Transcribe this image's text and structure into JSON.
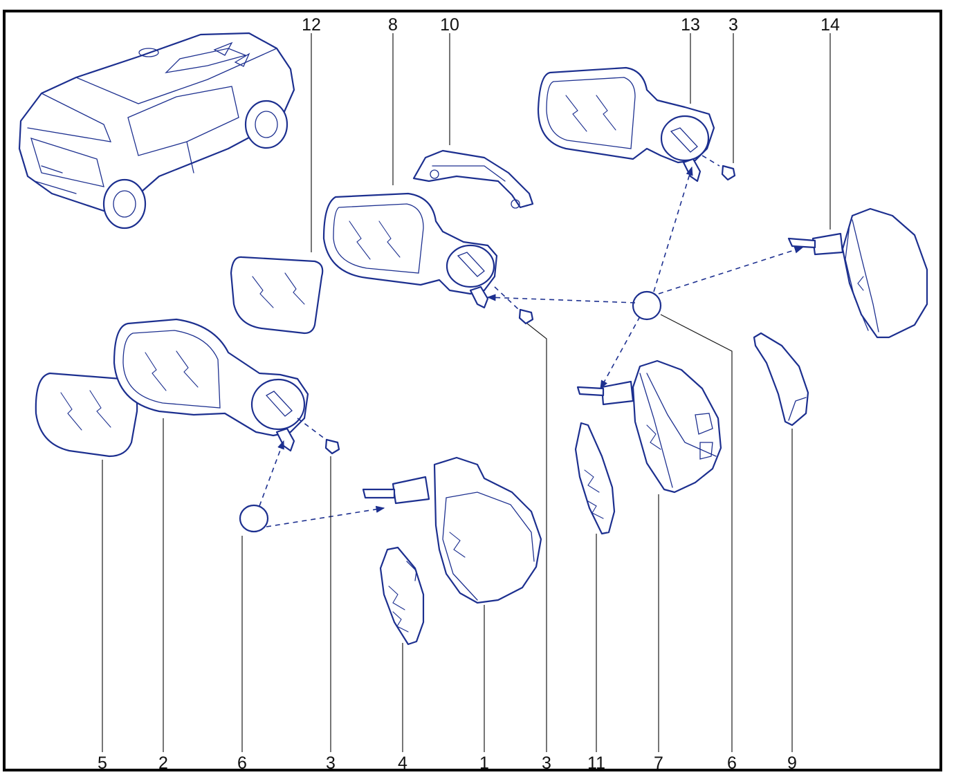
{
  "colors": {
    "ink": "#1c2f8f",
    "frame": "#000000",
    "text": "#111111"
  },
  "callouts": {
    "top": [
      "12",
      "8",
      "10",
      "13",
      "3",
      "14"
    ],
    "bottom": [
      "5",
      "2",
      "6",
      "3",
      "4",
      "1",
      "3",
      "11",
      "7",
      "6",
      "9"
    ]
  }
}
